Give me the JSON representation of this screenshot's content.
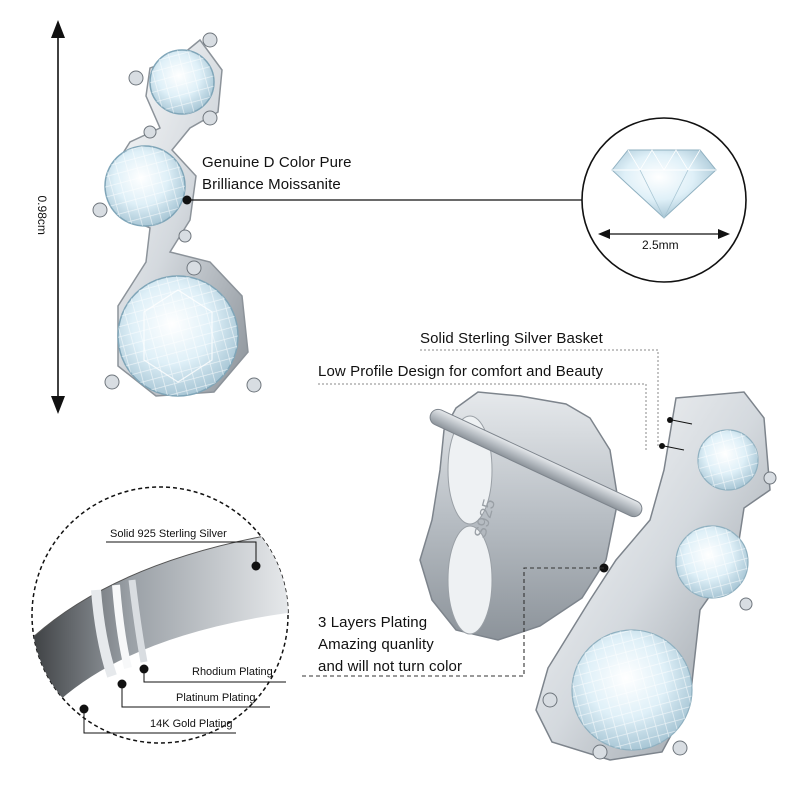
{
  "labels": {
    "height_measure": "0.98cm",
    "stone_description_line1": "Genuine D Color Pure",
    "stone_description_line2": "Brilliance Moissanite",
    "stone_size": "2.5mm",
    "basket": "Solid Sterling Silver Basket",
    "low_profile": "Low Profile Design for comfort and Beauty",
    "silver_925": "Solid 925 Sterling Silver",
    "rhodium": "Rhodium Plating",
    "platinum": "Platinum Plating",
    "gold": "14K Gold Plating",
    "plating_line1": "3 Layers Plating",
    "plating_line2": "Amazing quanlity",
    "plating_line3": "and will not turn color",
    "backing_stamp": "S925"
  },
  "colors": {
    "silver_light": "#f4f6f8",
    "silver_mid": "#c9ced4",
    "silver_dark": "#7d848c",
    "stone_light": "#f2fbff",
    "stone_mid": "#cfe7f4",
    "line": "#111111",
    "dotted": "#888888"
  }
}
